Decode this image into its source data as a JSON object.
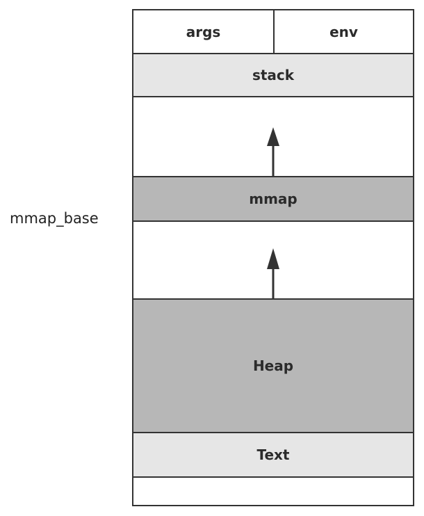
{
  "side_label": "mmap_base",
  "segments": {
    "args": "args",
    "env": "env",
    "stack": "stack",
    "mmap": "mmap",
    "heap": "Heap",
    "text": "Text"
  },
  "colors": {
    "border": "#333333",
    "light_fill": "#e6e6e6",
    "dark_fill": "#b7b7b7",
    "white_fill": "#ffffff"
  }
}
